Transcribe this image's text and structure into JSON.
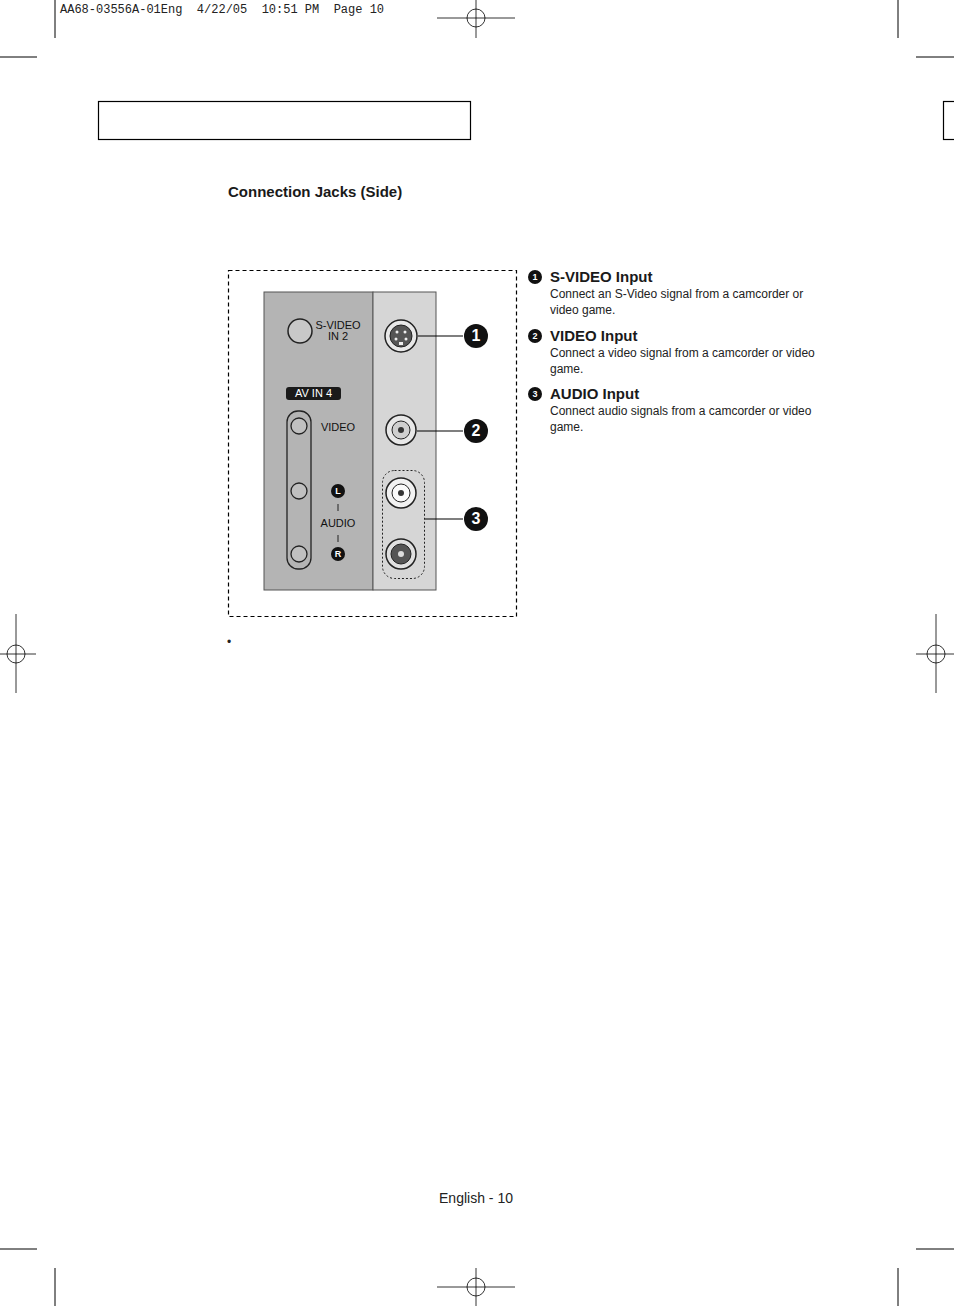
{
  "diagram": {
    "title": "Connection Jacks (Side)",
    "labels": [
      "AA68-03556A-01Eng  4/22/05  10:51 PM  Page 10",
      "S-VIDEO IN 2",
      "AV IN 4",
      "VIDEO",
      "L",
      "AUDIO",
      "R",
      "1",
      "2",
      "3",
      "1",
      "S-VIDEO Input",
      "Connect an S-Video signal from a camcorder or video game.",
      "2",
      "VIDEO Input",
      "Connect a video signal from a camcorder or video game.",
      "3",
      "AUDIO Input",
      "Connect audio signals from a camcorder or video game.",
      "•",
      "English - 10"
    ]
  }
}
